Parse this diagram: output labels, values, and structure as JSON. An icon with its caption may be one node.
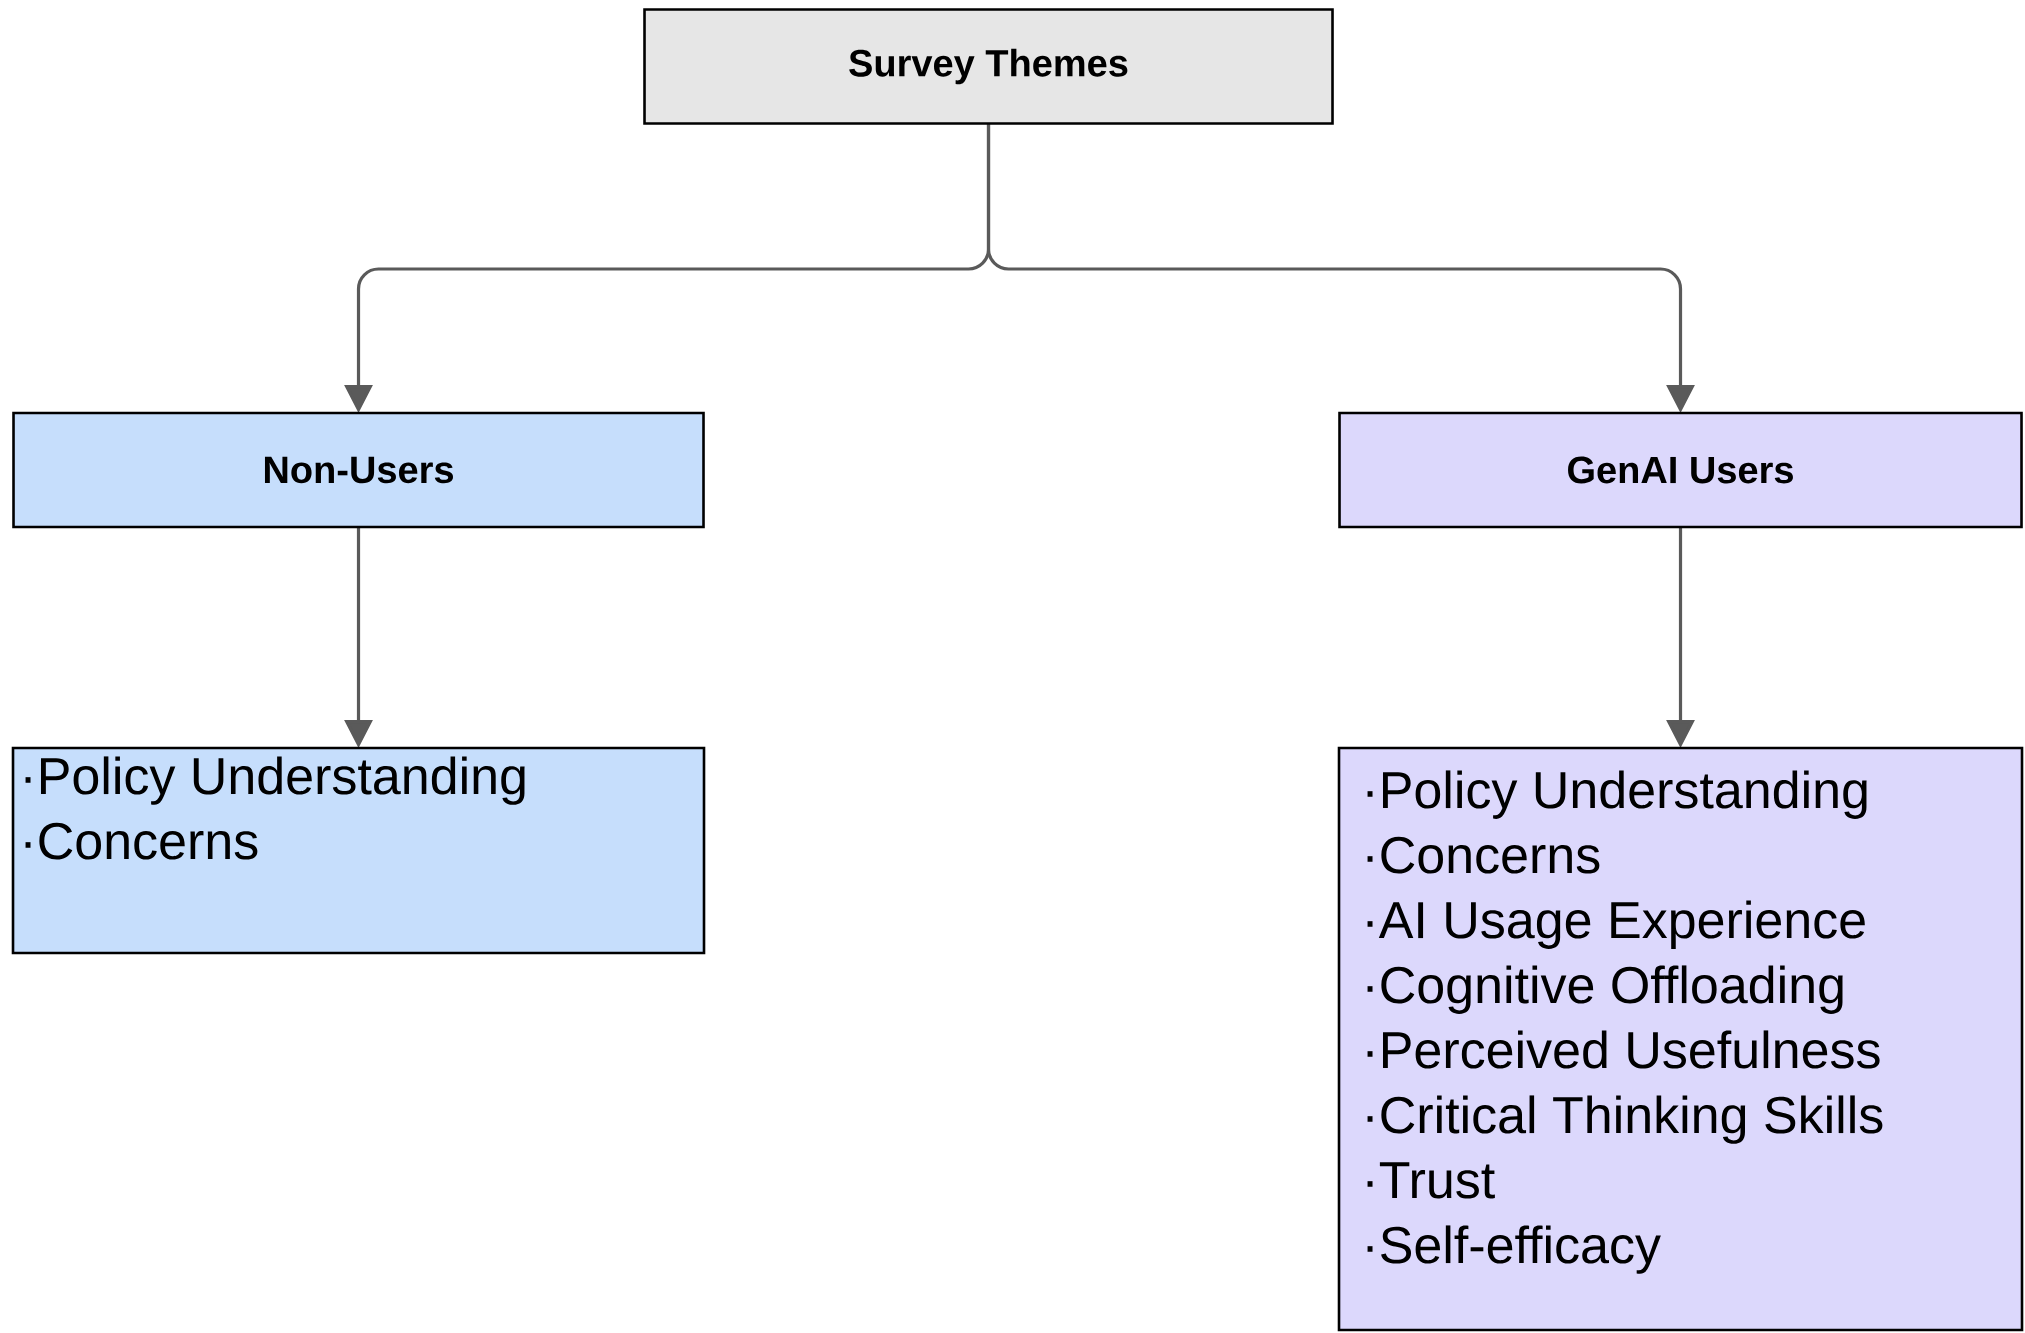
{
  "diagram": {
    "nodes": [
      {
        "text": [
          "Survey Themes"
        ]
      },
      {
        "text": [
          "Non-Users"
        ]
      },
      {
        "text": [
          "GenAI Users"
        ]
      },
      {
        "text": [
          "·Policy Understanding",
          "·Concerns"
        ]
      },
      {
        "text": [
          "·Policy Understanding",
          "·Concerns",
          "·AI Usage Experience",
          "·Cognitive Offloading",
          "·Perceived Usefulness",
          "·Critical Thinking Skills",
          "·Trust",
          "·Self-efficacy"
        ]
      }
    ],
    "edges": [
      {
        "from": 0,
        "to": 1,
        "arrow": "to"
      },
      {
        "from": 0,
        "to": 2,
        "arrow": "to"
      },
      {
        "from": 1,
        "to": 3,
        "arrow": "to"
      },
      {
        "from": 2,
        "to": 4,
        "arrow": "to"
      }
    ]
  }
}
